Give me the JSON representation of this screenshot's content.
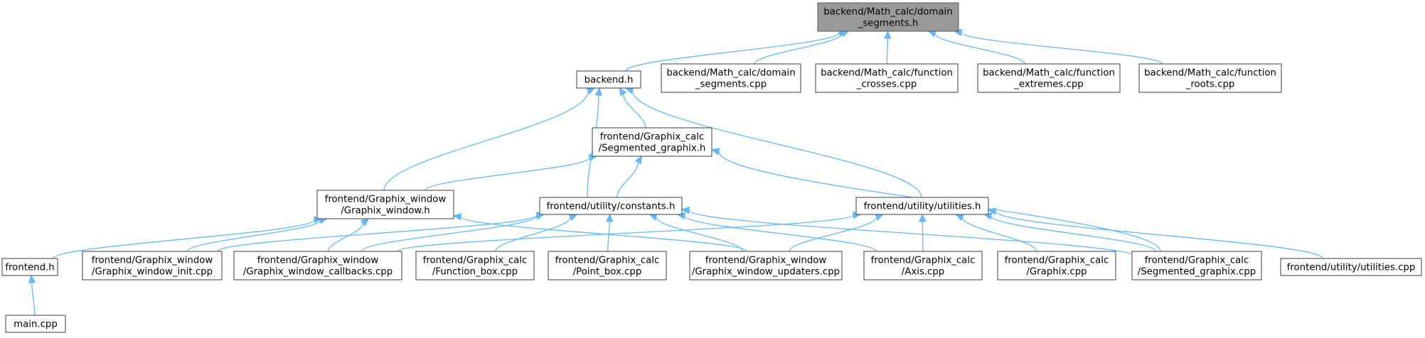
{
  "diagram": {
    "type": "include-dependency-graph",
    "colors": {
      "edge": "#63b8ff",
      "root_fill": "#999999",
      "node_fill": "#ffffff",
      "node_border": "#3c3c3c"
    },
    "nodes": [
      {
        "id": "segments_h",
        "lines": [
          "backend/Math_calc/domain",
          "_segments.h"
        ],
        "root": true
      },
      {
        "id": "backend_h",
        "lines": [
          "backend.h"
        ]
      },
      {
        "id": "segments_cpp",
        "lines": [
          "backend/Math_calc/domain",
          "_segments.cpp"
        ]
      },
      {
        "id": "crosses_cpp",
        "lines": [
          "backend/Math_calc/function",
          "_crosses.cpp"
        ]
      },
      {
        "id": "extremes_cpp",
        "lines": [
          "backend/Math_calc/function",
          "_extremes.cpp"
        ]
      },
      {
        "id": "roots_cpp",
        "lines": [
          "backend/Math_calc/function",
          "_roots.cpp"
        ]
      },
      {
        "id": "seg_graphix_h",
        "lines": [
          "frontend/Graphix_calc",
          "/Segmented_graphix.h"
        ]
      },
      {
        "id": "graphix_window_h",
        "lines": [
          "frontend/Graphix_window",
          "/Graphix_window.h"
        ]
      },
      {
        "id": "constants_h",
        "lines": [
          "frontend/utility/constants.h"
        ]
      },
      {
        "id": "utilities_h",
        "lines": [
          "frontend/utility/utilities.h"
        ]
      },
      {
        "id": "frontend_h",
        "lines": [
          "frontend.h"
        ]
      },
      {
        "id": "gw_init_cpp",
        "lines": [
          "frontend/Graphix_window",
          "/Graphix_window_init.cpp"
        ]
      },
      {
        "id": "gw_callbacks_cpp",
        "lines": [
          "frontend/Graphix_window",
          "/Graphix_window_callbacks.cpp"
        ]
      },
      {
        "id": "function_box_cpp",
        "lines": [
          "frontend/Graphix_calc",
          "/Function_box.cpp"
        ]
      },
      {
        "id": "point_box_cpp",
        "lines": [
          "frontend/Graphix_calc",
          "/Point_box.cpp"
        ]
      },
      {
        "id": "gw_updaters_cpp",
        "lines": [
          "frontend/Graphix_window",
          "/Graphix_window_updaters.cpp"
        ]
      },
      {
        "id": "axis_cpp",
        "lines": [
          "frontend/Graphix_calc",
          "/Axis.cpp"
        ]
      },
      {
        "id": "graphix_cpp",
        "lines": [
          "frontend/Graphix_calc",
          "/Graphix.cpp"
        ]
      },
      {
        "id": "seg_graphix_cpp",
        "lines": [
          "frontend/Graphix_calc",
          "/Segmented_graphix.cpp"
        ]
      },
      {
        "id": "utilities_cpp",
        "lines": [
          "frontend/utility/utilities.cpp"
        ]
      },
      {
        "id": "main_cpp",
        "lines": [
          "main.cpp"
        ]
      }
    ],
    "edges": [
      [
        "backend_h",
        "segments_h"
      ],
      [
        "segments_cpp",
        "segments_h"
      ],
      [
        "crosses_cpp",
        "segments_h"
      ],
      [
        "extremes_cpp",
        "segments_h"
      ],
      [
        "roots_cpp",
        "segments_h"
      ],
      [
        "seg_graphix_h",
        "backend_h"
      ],
      [
        "graphix_window_h",
        "backend_h"
      ],
      [
        "constants_h",
        "backend_h"
      ],
      [
        "utilities_h",
        "backend_h"
      ],
      [
        "graphix_window_h",
        "seg_graphix_h"
      ],
      [
        "constants_h",
        "seg_graphix_h"
      ],
      [
        "seg_graphix_cpp",
        "seg_graphix_h"
      ],
      [
        "frontend_h",
        "graphix_window_h"
      ],
      [
        "gw_init_cpp",
        "graphix_window_h"
      ],
      [
        "gw_callbacks_cpp",
        "graphix_window_h"
      ],
      [
        "gw_updaters_cpp",
        "graphix_window_h"
      ],
      [
        "gw_init_cpp",
        "constants_h"
      ],
      [
        "gw_callbacks_cpp",
        "constants_h"
      ],
      [
        "function_box_cpp",
        "constants_h"
      ],
      [
        "point_box_cpp",
        "constants_h"
      ],
      [
        "gw_updaters_cpp",
        "constants_h"
      ],
      [
        "axis_cpp",
        "constants_h"
      ],
      [
        "seg_graphix_cpp",
        "constants_h"
      ],
      [
        "gw_callbacks_cpp",
        "utilities_h"
      ],
      [
        "gw_updaters_cpp",
        "utilities_h"
      ],
      [
        "axis_cpp",
        "utilities_h"
      ],
      [
        "graphix_cpp",
        "utilities_h"
      ],
      [
        "seg_graphix_cpp",
        "utilities_h"
      ],
      [
        "utilities_cpp",
        "utilities_h"
      ],
      [
        "main_cpp",
        "frontend_h"
      ]
    ]
  }
}
